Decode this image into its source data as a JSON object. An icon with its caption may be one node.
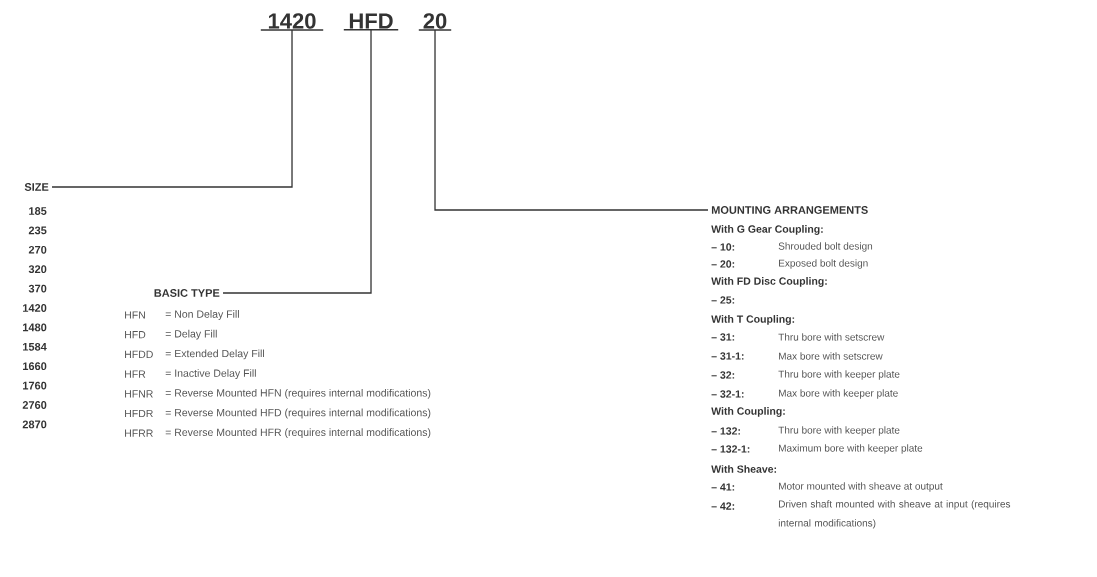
{
  "diagram": {
    "nodes": [
      {
        "text": [
          "1420"
        ]
      },
      {
        "text": [
          "HFD"
        ]
      },
      {
        "text": [
          "20"
        ]
      },
      {
        "text": [
          "SIZE"
        ]
      },
      {
        "text": [
          "BASIC TYPE"
        ]
      },
      {
        "text": [
          "MOUNTING ARRANGEMENTS"
        ]
      }
    ],
    "edges": [
      {
        "from": 3,
        "to": 0,
        "arrow": "none"
      },
      {
        "from": 4,
        "to": 1,
        "arrow": "none"
      },
      {
        "from": 5,
        "to": 2,
        "arrow": "none"
      }
    ],
    "labels": [
      "185",
      "235",
      "270",
      "320",
      "370",
      "1420",
      "1480",
      "1584",
      "1660",
      "1760",
      "2760",
      "2870",
      "HFN",
      "= Non Delay Fill",
      "HFD",
      "= Delay Fill",
      "HFDD",
      "= Extended Delay Fill",
      "HFR",
      "= Inactive Delay Fill",
      "HFNR",
      "= Reverse Mounted HFN (requires internal modifications)",
      "HFDR",
      "= Reverse Mounted HFD (requires internal modifications)",
      "HFRR",
      "= Reverse Mounted HFR (requires internal modifications)",
      "With G Gear Coupling:",
      "– 10:",
      "Shrouded bolt design",
      "– 20:",
      "Exposed bolt design",
      "With FD Disc Coupling:",
      "– 25:",
      "With T Coupling:",
      "– 31:",
      "Thru bore with setscrew",
      "– 31-1:",
      "Max bore with setscrew",
      "– 32:",
      "Thru bore with keeper plate",
      "– 32-1:",
      "Max bore with keeper plate",
      "With Coupling:",
      "– 132:",
      "Thru bore with keeper plate",
      "– 132-1:",
      "Maximum bore with keeper plate",
      "With Sheave:",
      "– 41:",
      "Motor mounted with sheave at output",
      "– 42:",
      "Driven shaft mounted with sheave at input (requires internal modifications)"
    ]
  }
}
